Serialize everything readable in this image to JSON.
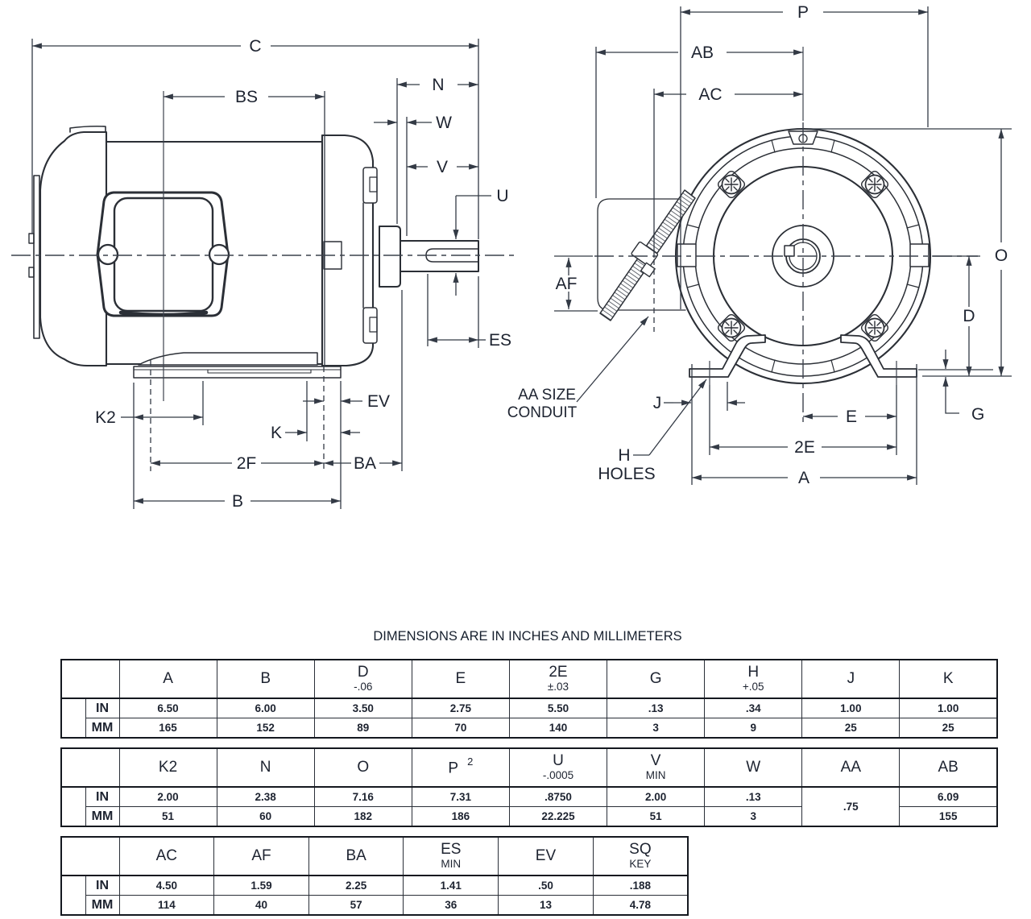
{
  "title": "DIMENSIONS ARE IN INCHES AND MILLIMETERS",
  "units": {
    "in": "IN",
    "mm": "MM"
  },
  "side_view": {
    "labels": {
      "c": "C",
      "bs": "BS",
      "n": "N",
      "w": "W",
      "v": "V",
      "u": "U",
      "es": "ES",
      "ev": "EV",
      "k2": "K2",
      "k": "K",
      "f2": "2F",
      "ba": "BA",
      "b": "B"
    }
  },
  "front_view": {
    "labels": {
      "p": "P",
      "ab": "AB",
      "ac": "AC",
      "af": "AF",
      "o": "O",
      "d": "D",
      "g": "G",
      "j": "J",
      "e": "E",
      "e2": "2E",
      "a": "A",
      "h": "H",
      "holes": "HOLES",
      "aa_line1": "AA SIZE",
      "aa_line2": "CONDUIT"
    }
  },
  "tables": [
    {
      "headers": [
        {
          "main": "A"
        },
        {
          "main": "B"
        },
        {
          "main": "D",
          "sub": "-.06"
        },
        {
          "main": "E"
        },
        {
          "main": "2E",
          "sub": "±.03"
        },
        {
          "main": "G"
        },
        {
          "main": "H",
          "sub": "+.05"
        },
        {
          "main": "J"
        },
        {
          "main": "K"
        }
      ],
      "in": [
        "6.50",
        "6.00",
        "3.50",
        "2.75",
        "5.50",
        ".13",
        ".34",
        "1.00",
        "1.00"
      ],
      "mm": [
        "165",
        "152",
        "89",
        "70",
        "140",
        "3",
        "9",
        "25",
        "25"
      ]
    },
    {
      "headers": [
        {
          "main": "K2"
        },
        {
          "main": "N"
        },
        {
          "main": "O"
        },
        {
          "main": "P",
          "sup": "2"
        },
        {
          "main": "U",
          "sub": "-.0005"
        },
        {
          "main": "V",
          "sub": "MIN"
        },
        {
          "main": "W"
        },
        {
          "main": "AA"
        },
        {
          "main": "AB"
        }
      ],
      "in": [
        "2.00",
        "2.38",
        "7.16",
        "7.31",
        ".8750",
        "2.00",
        ".13",
        "6.09"
      ],
      "mm": [
        "51",
        "60",
        "182",
        "186",
        "22.225",
        "51",
        "3",
        "155"
      ],
      "aa_merged": ".75"
    },
    {
      "headers": [
        {
          "main": "AC"
        },
        {
          "main": "AF"
        },
        {
          "main": "BA"
        },
        {
          "main": "ES",
          "sub": "MIN"
        },
        {
          "main": "EV"
        },
        {
          "main": "SQ",
          "sub": "KEY"
        }
      ],
      "in": [
        "4.50",
        "1.59",
        "2.25",
        "1.41",
        ".50",
        ".188"
      ],
      "mm": [
        "114",
        "40",
        "57",
        "36",
        "13",
        "4.78"
      ]
    }
  ]
}
